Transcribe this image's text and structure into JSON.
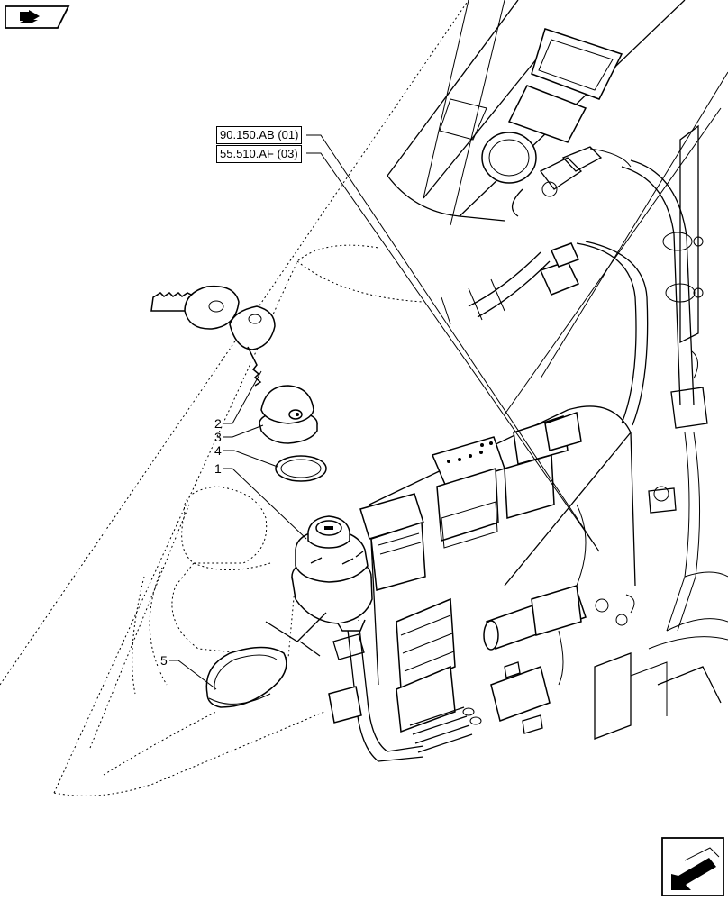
{
  "references": [
    {
      "id": "ref-1",
      "text": "90.150.AB (01)"
    },
    {
      "id": "ref-2",
      "text": "55.510.AF (03)"
    }
  ],
  "callouts": [
    {
      "id": "callout-1",
      "label": "1"
    },
    {
      "id": "callout-2",
      "label": "2"
    },
    {
      "id": "callout-3",
      "label": "3"
    },
    {
      "id": "callout-4",
      "label": "4"
    },
    {
      "id": "callout-5",
      "label": "5"
    }
  ],
  "icons": {
    "top_left": "view-direction-icon",
    "bottom_right": "navigation-arrow-icon"
  }
}
